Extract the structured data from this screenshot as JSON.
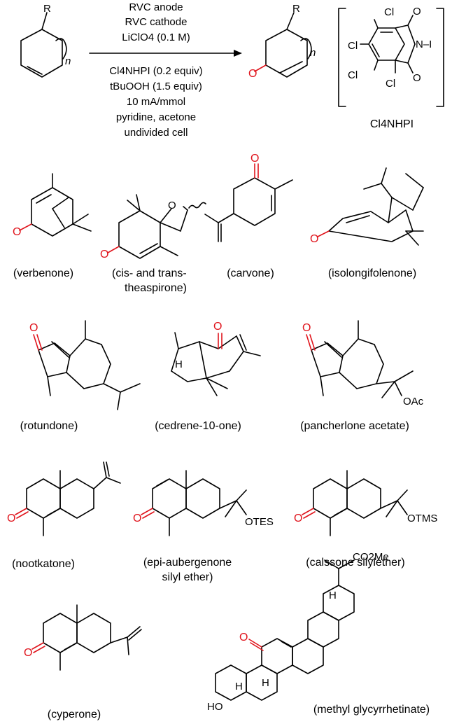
{
  "reaction": {
    "conditions_above": [
      "RVC anode",
      "RVC cathode",
      "LiClO4 (0.1 M)"
    ],
    "conditions_below": [
      "Cl4NHPI (0.2 equiv)",
      "tBuOOH (1.5 equiv)",
      "10 mA/mmol",
      "pyridine, acetone",
      "undivided cell"
    ],
    "substituent_R": "R",
    "ring_index_n": "n",
    "catalyst_label": "Cl4NHPI",
    "catalyst_atoms": {
      "cl": "Cl",
      "n_i": "N–I",
      "o": "O"
    }
  },
  "compounds": [
    {
      "id": "verbenone",
      "label": "(verbenone)"
    },
    {
      "id": "theaspirone",
      "label_line1": "(cis- and trans-",
      "label_line2": "theaspirone)"
    },
    {
      "id": "carvone",
      "label": "(carvone)"
    },
    {
      "id": "isolongifolenone",
      "label": "(isolongifolenone)"
    },
    {
      "id": "rotundone",
      "label": "(rotundone)"
    },
    {
      "id": "cedrenone",
      "label": "(cedrene-10-one)"
    },
    {
      "id": "pancherlone",
      "label": "(pancherlone acetate)",
      "group": "OAc"
    },
    {
      "id": "nootkatone",
      "label": "(nootkatone)"
    },
    {
      "id": "aubergenone",
      "label_line1": "(epi-aubergenone",
      "label_line2": "silyl ether)",
      "group": "OTES"
    },
    {
      "id": "calssone",
      "label": "(calssone silylether)",
      "group": "OTMS"
    },
    {
      "id": "cyperone",
      "label": "(cyperone)"
    },
    {
      "id": "glycyrrhetinate",
      "label": "(methyl glycyrrhetinate)",
      "group": "CO2Me",
      "ho": "HO",
      "h": "H"
    }
  ],
  "colors": {
    "carbonyl": "#e0141c",
    "ink": "#000000"
  }
}
